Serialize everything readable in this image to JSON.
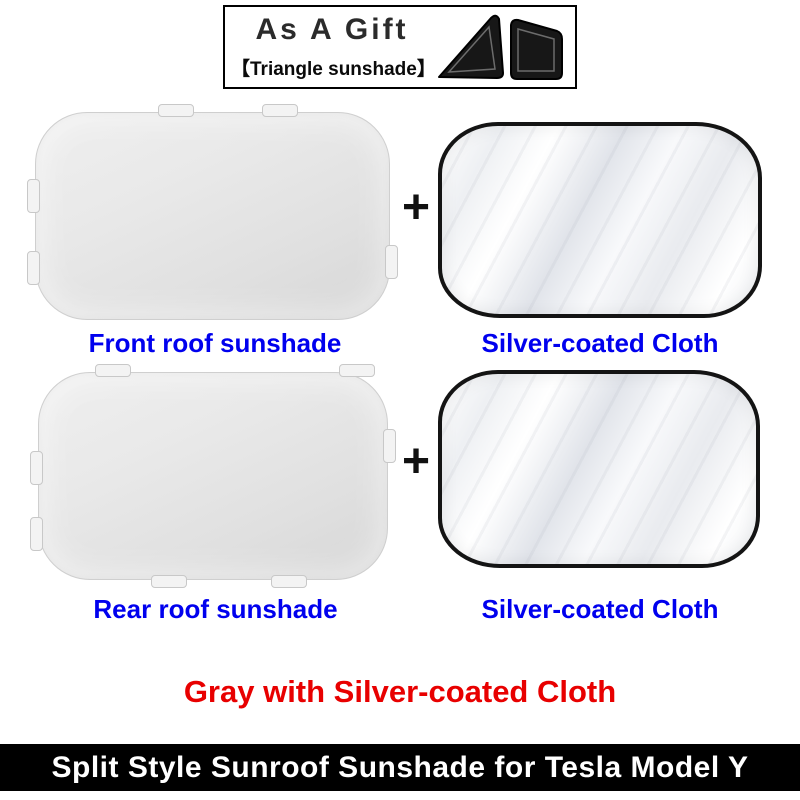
{
  "gift_banner": {
    "title": "As A Gift",
    "subtitle": "【Triangle sunshade】",
    "icon": "triangle-sunshade-icon"
  },
  "rows": [
    {
      "left_label": "Front roof sunshade",
      "plus": "+",
      "right_label": "Silver-coated Cloth"
    },
    {
      "left_label": "Rear roof sunshade",
      "plus": "+",
      "right_label": "Silver-coated Cloth"
    }
  ],
  "variant_text": "Gray with Silver-coated Cloth",
  "footer_title": "Split Style Sunroof Sunshade for Tesla Model Y",
  "colors": {
    "label_blue": "#0000ee",
    "variant_red": "#e80000",
    "footer_bg": "#000000",
    "footer_text": "#ffffff",
    "sunshade_gray": "#e4e4e4",
    "cloth_border": "#141414"
  }
}
